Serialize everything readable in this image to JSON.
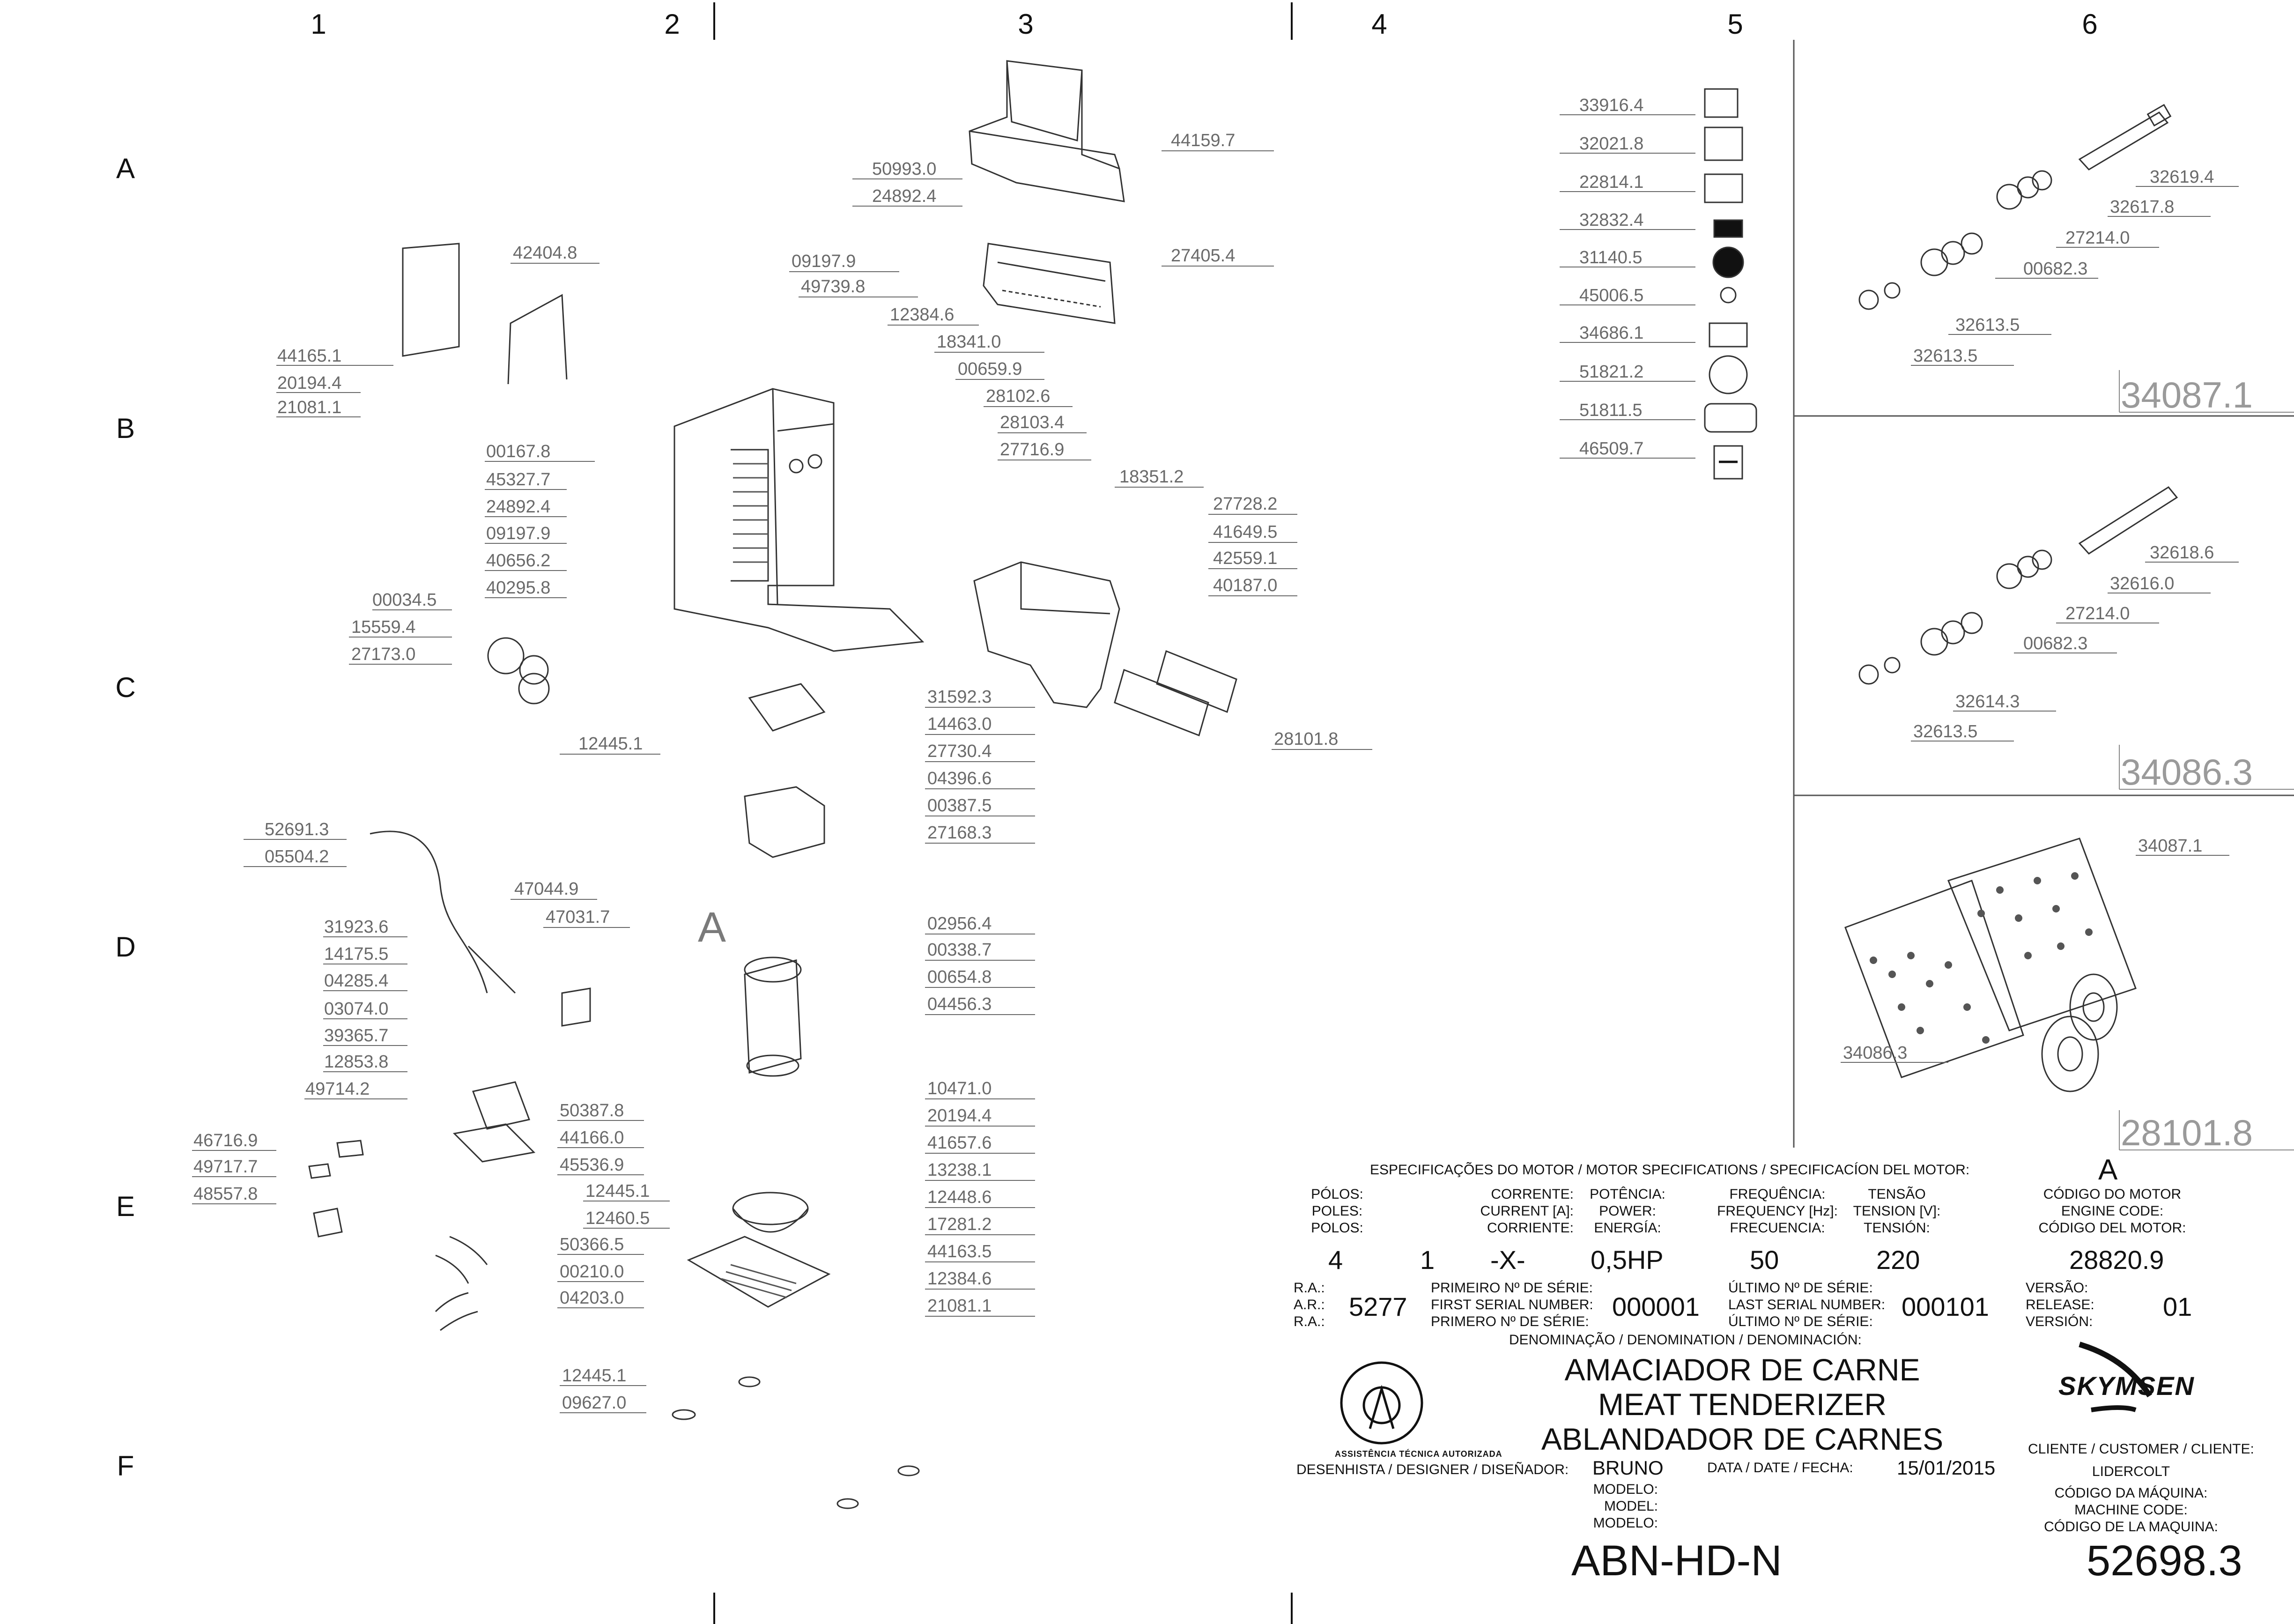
{
  "grid": {
    "columns": [
      "1",
      "2",
      "3",
      "4",
      "5",
      "6"
    ],
    "rows": [
      "A",
      "B",
      "C",
      "D",
      "E",
      "F"
    ]
  },
  "callouts": {
    "left": [
      "44165.1",
      "20194.4",
      "21081.1",
      "42404.8",
      "00167.8",
      "45327.7",
      "24892.4",
      "09197.9",
      "40656.2",
      "40295.8",
      "00034.5",
      "15559.4",
      "27173.0",
      "12445.1",
      "52691.3",
      "05504.2",
      "47044.9",
      "47031.7",
      "31923.6",
      "14175.5",
      "04285.4",
      "03074.0",
      "39365.7",
      "12853.8",
      "49714.2",
      "50387.8",
      "44166.0",
      "45536.9",
      "46716.9",
      "49717.7",
      "48557.8",
      "12445.1",
      "12460.5",
      "50366.5",
      "00210.0",
      "04203.0",
      "12445.1",
      "09627.0"
    ],
    "center": [
      "50993.0",
      "24892.4",
      "44159.7",
      "27405.4",
      "09197.9",
      "49739.8",
      "12384.6",
      "18341.0",
      "00659.9",
      "28102.6",
      "28103.4",
      "27716.9",
      "18351.2",
      "27728.2",
      "41649.5",
      "42559.1",
      "40187.0",
      "31592.3",
      "14463.0",
      "27730.4",
      "04396.6",
      "00387.5",
      "27168.3",
      "28101.8",
      "02956.4",
      "00338.7",
      "00654.8",
      "04456.3",
      "10471.0",
      "20194.4",
      "41657.6",
      "13238.1",
      "12448.6",
      "17281.2",
      "44163.5",
      "12384.6",
      "21081.1"
    ],
    "labels": [
      "33916.4",
      "32021.8",
      "22814.1",
      "32832.4",
      "31140.5",
      "45006.5",
      "34686.1",
      "51821.2",
      "51811.5",
      "46509.7"
    ],
    "rollers": [
      "32619.4",
      "32617.8",
      "27214.0",
      "00682.3",
      "32613.5",
      "32613.5",
      "32618.6",
      "32616.0",
      "27214.0",
      "00682.3",
      "32614.3",
      "32613.5",
      "34087.1",
      "34086.3"
    ],
    "assemblies": [
      "34087.1",
      "34086.3",
      "28101.8"
    ],
    "motor_ref": "A"
  },
  "title_block": {
    "motor_spec_header": "ESPECIFICAÇÕES DO MOTOR / MOTOR SPECIFICATIONS / SPECIFICACÍON DEL MOTOR:",
    "motor_code_value": "A",
    "poles_label": [
      "PÓLOS:",
      "POLES:",
      "POLOS:"
    ],
    "current_label": [
      "CORRENTE:",
      "CURRENT [A]:",
      "CORRIENTE:"
    ],
    "power_label": [
      "POTÊNCIA:",
      "POWER:",
      "ENERGÍA:"
    ],
    "frequency_label": [
      "FREQUÊNCIA:",
      "FREQUENCY [Hz]:",
      "FRECUENCIA:"
    ],
    "voltage_label": [
      "TENSÃO",
      "TENSION [V]:",
      "TENSIÓN:"
    ],
    "engine_code_label": [
      "CÓDIGO DO MOTOR",
      "ENGINE CODE:",
      "CÓDIGO DEL MOTOR:"
    ],
    "poles": "4",
    "phases": "1",
    "current": "-X-",
    "power": "0,5HP",
    "frequency": "50",
    "voltage": "220",
    "engine_code": "28820.9",
    "ra_label": [
      "R.A.:",
      "A.R.:",
      "R.A.:"
    ],
    "ra": "5277",
    "first_serial_label": [
      "PRIMEIRO Nº DE SÉRIE:",
      "FIRST SERIAL NUMBER:",
      "PRIMERO Nº DE SÉRIE:"
    ],
    "first_serial": "000001",
    "last_serial_label": [
      "ÚLTIMO Nº DE SÉRIE:",
      "LAST SERIAL NUMBER:",
      "ÚLTIMO Nº DE SÉRIE:"
    ],
    "last_serial": "000101",
    "release_label": [
      "VERSÃO:",
      "RELEASE:",
      "VERSIÓN:"
    ],
    "release": "01",
    "denomination_label": "DENOMINAÇÃO / DENOMINATION / DENOMINACIÓN:",
    "title_pt": "AMACIADOR DE CARNE",
    "title_en": "MEAT TENDERIZER",
    "title_es": "ABLANDADOR DE CARNES",
    "seal_text": "ASSISTÊNCIA TÉCNICA AUTORIZADA",
    "brand": "SKYMSEN",
    "designer_label": "DESENHISTA / DESIGNER / DISEÑADOR:",
    "designer": "BRUNO",
    "date_label": "DATA / DATE / FECHA:",
    "date": "15/01/2015",
    "customer_label": "CLIENTE / CUSTOMER / CLIENTE:",
    "customer": "LIDERCOLT",
    "model_label": [
      "MODELO:",
      "MODEL:",
      "MODELO:"
    ],
    "model": "ABN-HD-N",
    "machine_code_label": [
      "CÓDIGO DA MÁQUINA:",
      "MACHINE CODE:",
      "CÓDIGO DE LA MAQUINA:"
    ],
    "machine_code": "52698.3"
  }
}
